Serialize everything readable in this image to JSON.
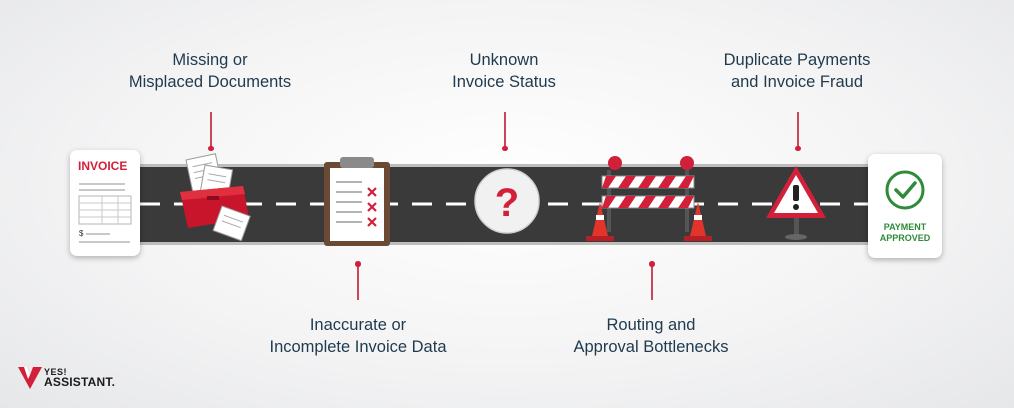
{
  "stages": [
    {
      "lines": [
        "Missing or",
        "Misplaced Documents"
      ],
      "icon": "document-box-icon"
    },
    {
      "lines": [
        "Inaccurate or",
        "Incomplete Invoice Data"
      ],
      "icon": "clipboard-icon"
    },
    {
      "lines": [
        "Unknown",
        "Invoice Status"
      ],
      "icon": "question-mark-icon"
    },
    {
      "lines": [
        "Routing and",
        "Approval Bottlenecks"
      ],
      "icon": "road-barrier-icon"
    },
    {
      "lines": [
        "Duplicate Payments",
        "and Invoice Fraud"
      ],
      "icon": "warning-sign-icon"
    }
  ],
  "start_card": {
    "title": "INVOICE",
    "symbol": "$",
    "icon": "invoice-document-icon"
  },
  "end_card": {
    "lines": [
      "PAYMENT",
      "APPROVED"
    ],
    "icon": "checkmark-circle-icon"
  },
  "logo": {
    "line1": "YES!",
    "line2": "ASSISTANT.",
    "icon": "yes-assistant-logo-icon"
  },
  "colors": {
    "accent": "#d2203a",
    "text": "#1f3a4d",
    "road": "#3a3a3a",
    "approved": "#2f8a3a"
  }
}
